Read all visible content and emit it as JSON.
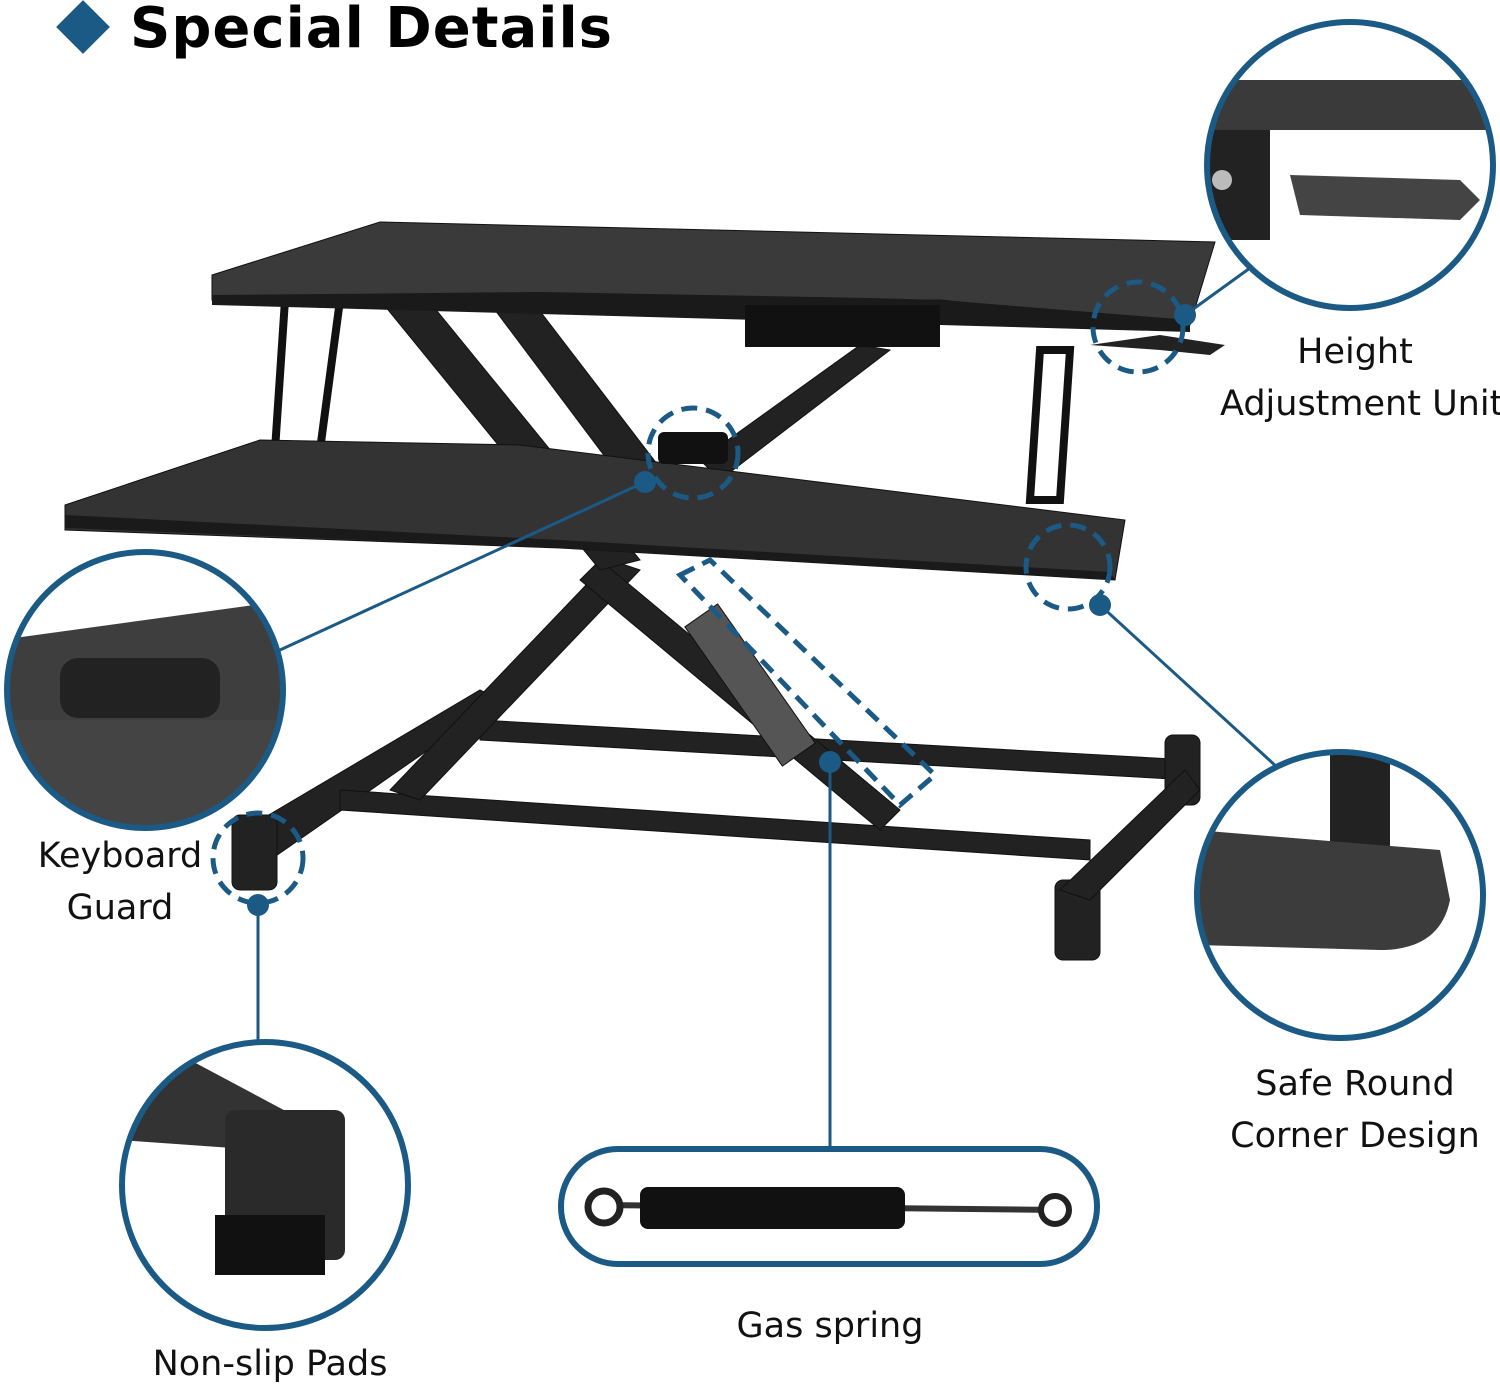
{
  "title": "Special Details",
  "accent_color": "#1b5a85",
  "callouts": {
    "height_adjustment": {
      "line1": "Height",
      "line2": "Adjustment Unit"
    },
    "keyboard_guard": {
      "line1": "Keyboard",
      "line2": "Guard"
    },
    "safe_corner": {
      "line1": "Safe Round",
      "line2": "Corner Design"
    },
    "non_slip": {
      "label": "Non-slip Pads"
    },
    "gas_spring": {
      "label": "Gas spring"
    }
  }
}
